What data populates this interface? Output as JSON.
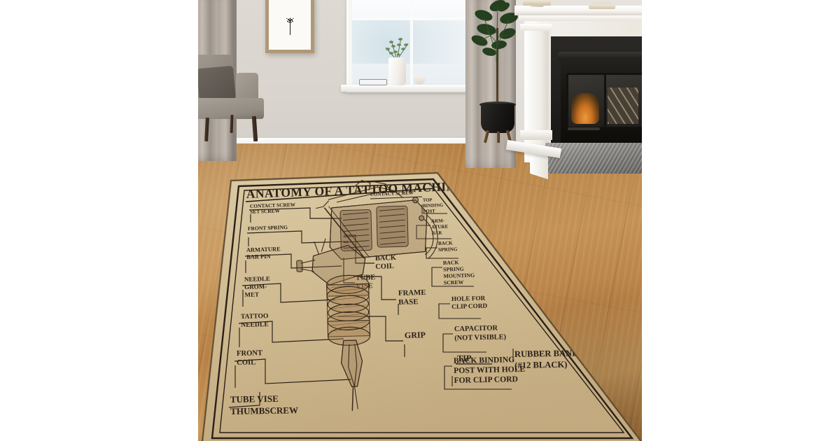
{
  "scene": {
    "type": "product-lifestyle-photo",
    "subject": "area rug printed with a tattoo machine anatomy diagram",
    "room": "living room with fireplace, window and armchair"
  },
  "rug": {
    "title": "ANATOMY OF A TATTOO MACHINE",
    "background_color": "#d8c398",
    "ink_color": "#2a2018",
    "border_color": "#1d1710",
    "labels_left": [
      {
        "id": "contact-screw-set-screw",
        "line1": "CONTACT SCREW",
        "line2": "SET SCREW"
      },
      {
        "id": "front-spring",
        "line1": "FRONT SPRING",
        "line2": ""
      },
      {
        "id": "armature-bar-pin",
        "line1": "ARMATURE",
        "line2": "BAR PIN"
      },
      {
        "id": "needle-grommet",
        "line1": "NEEDLE",
        "line2": "GROM-",
        "line3": "MET"
      },
      {
        "id": "tattoo-needle",
        "line1": "TATTOO",
        "line2": "NEEDLE"
      },
      {
        "id": "front-coil",
        "line1": "FRONT",
        "line2": "COIL"
      },
      {
        "id": "tube-vise-thumbscrew",
        "line1": "TUBE VISE",
        "line2": "THUMBSCREW"
      }
    ],
    "labels_center": [
      {
        "id": "back-coil",
        "line1": "BACK",
        "line2": "COIL"
      },
      {
        "id": "tube-vise",
        "line1": "TUBE",
        "line2": "VISE"
      },
      {
        "id": "frame-base",
        "line1": "FRAME",
        "line2": "BASE"
      },
      {
        "id": "grip",
        "line1": "GRIP",
        "line2": ""
      },
      {
        "id": "tip",
        "line1": "TIP",
        "line2": ""
      }
    ],
    "labels_right": [
      {
        "id": "contact-screw",
        "line1": "CONTACT SCREW",
        "line2": ""
      },
      {
        "id": "top-binding-post",
        "line1": "TOP",
        "line2": "BINDING",
        "line3": "POST"
      },
      {
        "id": "armature-bar",
        "line1": "ARM-",
        "line2": "ATURE",
        "line3": "BAR"
      },
      {
        "id": "back-spring",
        "line1": "BACK",
        "line2": "SPRING",
        "line3": ""
      },
      {
        "id": "back-spring-mounting-screw",
        "line1": "BACK",
        "line2": "SPRING",
        "line3": "MOUNTING",
        "line4": "SCREW"
      },
      {
        "id": "hole-for-clip-cord",
        "line1": "HOLE FOR",
        "line2": "CLIP CORD"
      },
      {
        "id": "capacitor",
        "line1": "CAPACITOR",
        "line2": "(NOT VISIBLE)"
      },
      {
        "id": "back-binding-post",
        "line1": "BACK BINDING",
        "line2": "POST WITH HOLE",
        "line3": "FOR CLIP CORD"
      },
      {
        "id": "rubber-band",
        "line1": "RUBBER BAND",
        "line2": "(#12 BLACK)"
      }
    ]
  },
  "room": {
    "wall_color": "#d9d4cd",
    "floor_color": "#bb8a50",
    "curtain_color": "#b3aaa1",
    "fireplace_color": "#fbfaf7",
    "stove_color": "#17150f",
    "hearth_color": "#918f8c",
    "chair_color": "#958e84",
    "plant_pot_color": "#191715",
    "items": [
      {
        "id": "framed-art",
        "name": "framed botanical print"
      },
      {
        "id": "armchair",
        "name": "grey upholstered armchair"
      },
      {
        "id": "cushion",
        "name": "dark grey cushion"
      },
      {
        "id": "curtain",
        "name": "taupe floor length curtain"
      },
      {
        "id": "window",
        "name": "white sash window"
      },
      {
        "id": "vase",
        "name": "white ceramic vase with sprigs"
      },
      {
        "id": "fiddle-leaf-plant",
        "name": "fiddle leaf fig in black planter"
      },
      {
        "id": "fireplace",
        "name": "white fireplace surround"
      },
      {
        "id": "wood-stove",
        "name": "black wood burning stove"
      },
      {
        "id": "hearth",
        "name": "grey slate hearth"
      },
      {
        "id": "mantel-decor",
        "name": "vase, books and potted plant on mantel"
      }
    ]
  }
}
